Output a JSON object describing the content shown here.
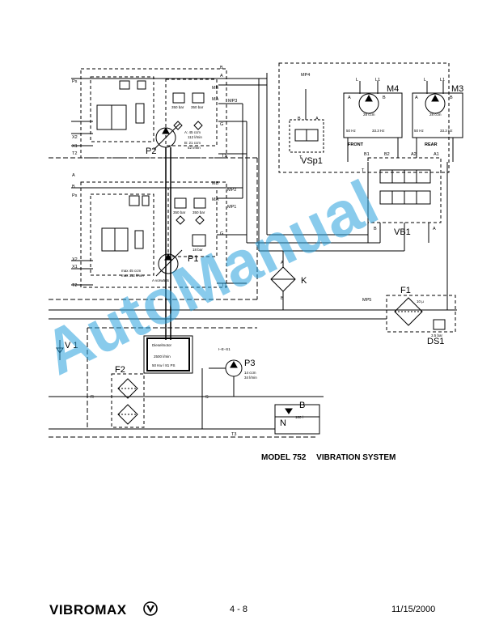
{
  "caption": {
    "model": "MODEL 752",
    "system": "VIBRATION SYSTEM"
  },
  "footer": {
    "brand": "VIBROMAX",
    "page": "4 - 8",
    "date": "11/15/2000"
  },
  "watermark": "AutoManual",
  "components": {
    "p1": "P1",
    "p2": "P2",
    "p3": "P3",
    "m3": "M3",
    "m4": "M4",
    "vb1": "VB1",
    "vsp1": "VSp1",
    "f1": "F1",
    "f2": "F2",
    "ds1": "DS1",
    "v1": "V 1",
    "k": "K",
    "n": "N",
    "b": "B"
  },
  "motor_labels": {
    "front": "FRONT",
    "rear": "REAR"
  },
  "specs": {
    "p2_a": "A: 45 ccm",
    "p2_a2": "112 l/min",
    "p2_b": "B: 21 ccm",
    "p2_b2": "52 l/min",
    "p1_max": "max 45 ccm",
    "p1_max2": "max 112 l/min",
    "p1_dir": "A vorwärts",
    "relief1": "350 bar",
    "relief2": "350 bar",
    "relief3": "350 bar",
    "relief4": "350 bar",
    "m_bar": "18 bar",
    "motor_ccm": "28 ccm",
    "hz_low": "50 Hz",
    "hz_high": "33.3 Hz",
    "engine_title": "Dieselmotor",
    "engine_rpm": "2500 l/min",
    "engine_power": "50 Kw / 81 PS",
    "p3_ccm": "14 ccm",
    "p3_lmin": "34 l/min",
    "tank_vol": "180 l",
    "filter_um": "10 µ",
    "ds_bar": "3.5 bar",
    "valve_mark": "I–E–S1"
  },
  "ports": {
    "ps": "Ps",
    "x2": "X2",
    "x1": "X1",
    "t2": "T2",
    "a": "A",
    "b": "B",
    "t1": "T1",
    "mb": "MB",
    "ma": "MA",
    "mp1": "MP1",
    "mp2": "MP2",
    "mp3": "MP3",
    "mp4": "MP4",
    "mp5": "MP5",
    "g": "G",
    "l": "L",
    "l1": "L1",
    "b1": "B1",
    "b2": "B2",
    "a1": "A1",
    "a2": "A2",
    "t": "T",
    "r": "R",
    "s": "S",
    "t3": "T3"
  },
  "colors": {
    "line": "#000000",
    "watermark": "#28a0dc"
  }
}
